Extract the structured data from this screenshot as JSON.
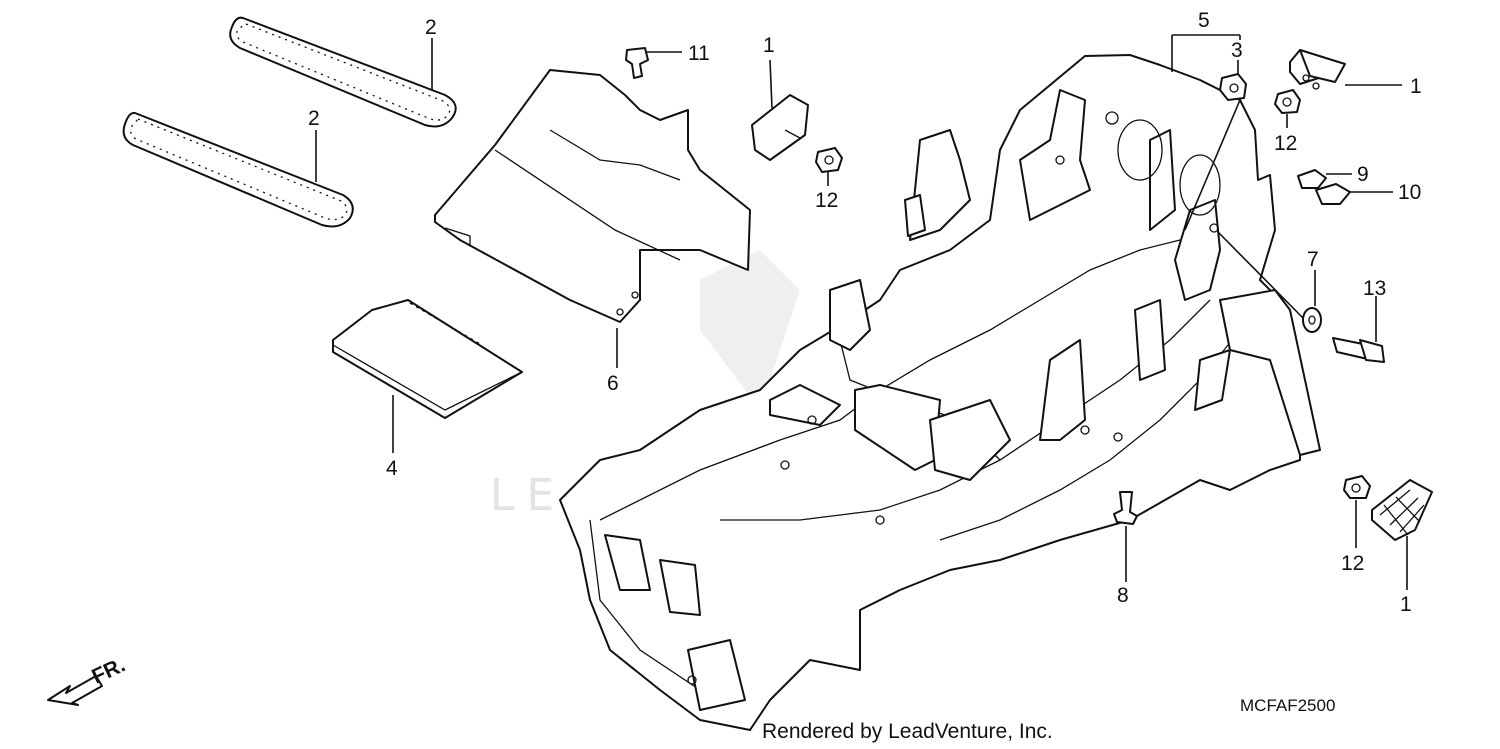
{
  "diagram": {
    "callouts": {
      "c1_top": "1",
      "c2_upper": "2",
      "c2_lower": "2",
      "c3": "3",
      "c4": "4",
      "c5": "5",
      "c6": "6",
      "c7": "7",
      "c8": "8",
      "c9": "9",
      "c10": "10",
      "c11": "11",
      "c12_top": "12",
      "c12_right": "12",
      "c12_bottom": "12",
      "c1_right": "1",
      "c1_bottom": "1",
      "c13": "13"
    },
    "front_marker": "FR.",
    "diagram_code": "MCFAF2500",
    "watermark": "LEADVENTURE",
    "credit": "Rendered by LeadVenture, Inc."
  }
}
